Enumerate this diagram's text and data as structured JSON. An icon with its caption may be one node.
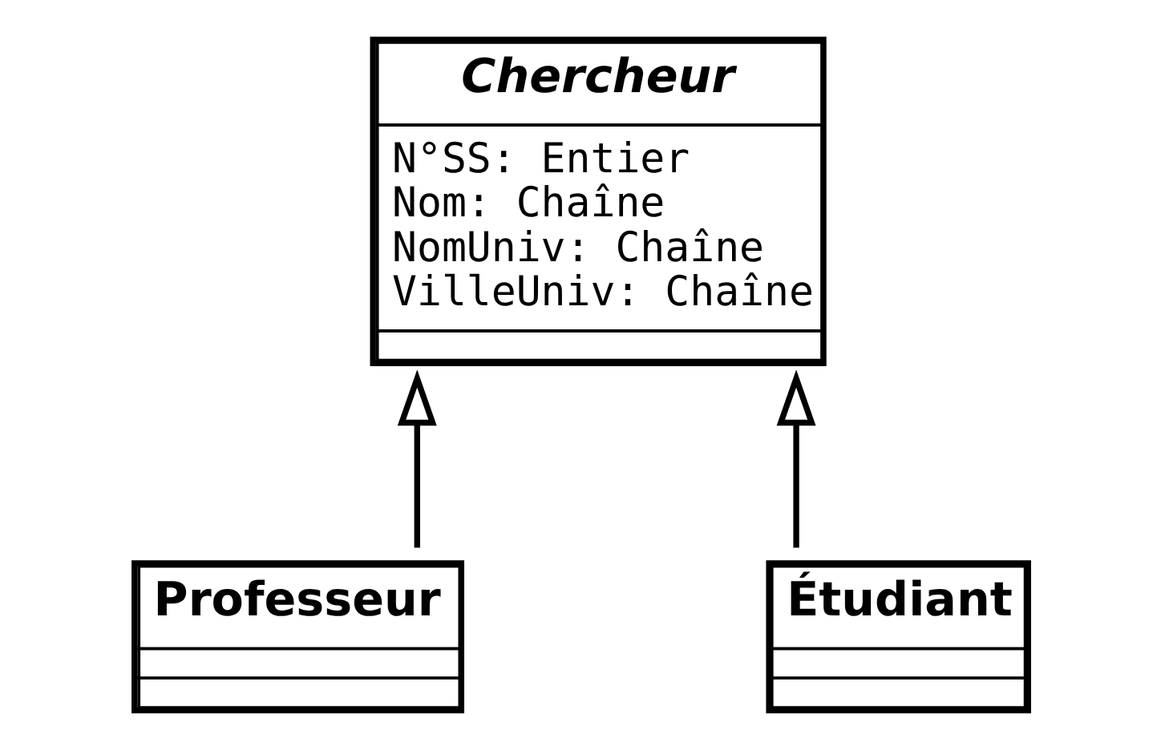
{
  "diagram": {
    "nodes": [
      {
        "text": [
          "Chercheur",
          "N°SS: Entier",
          "Nom: Chaîne",
          "NomUniv: Chaîne",
          "VilleUniv: Chaîne"
        ]
      },
      {
        "text": [
          "Professeur"
        ]
      },
      {
        "text": [
          "Étudiant"
        ]
      }
    ],
    "edges": [
      {
        "from": 1,
        "to": 0,
        "arrow": "to"
      },
      {
        "from": 2,
        "to": 0,
        "arrow": "to"
      }
    ]
  }
}
